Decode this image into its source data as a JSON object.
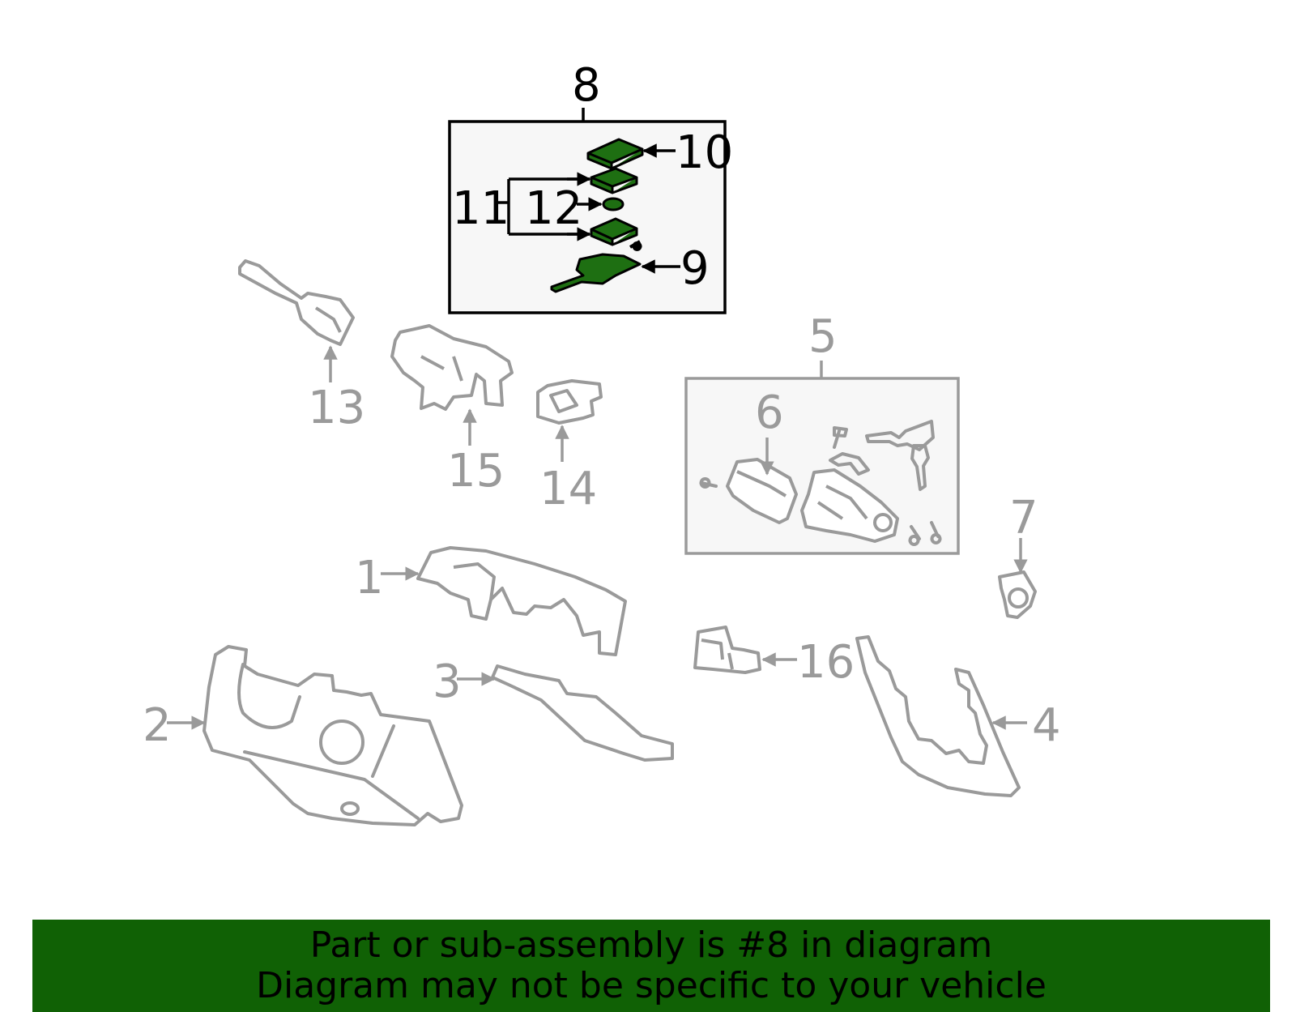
{
  "colors": {
    "highlight_part": "#1e6f12",
    "highlight_part_dark": "#0f3d08",
    "inactive_part": "#9a9a9a",
    "inset_box_fill": "#f7f7f7",
    "banner_background": "#106105",
    "banner_text": "#000000"
  },
  "callouts": {
    "c1": "1",
    "c2": "2",
    "c3": "3",
    "c4": "4",
    "c5": "5",
    "c6": "6",
    "c7": "7",
    "c8": "8",
    "c9": "9",
    "c10": "10",
    "c11": "11",
    "c12": "12",
    "c13": "13",
    "c14": "14",
    "c15": "15",
    "c16": "16"
  },
  "highlighted_callout": "8",
  "banner": {
    "line1": "Part or sub-assembly is #8 in diagram",
    "line2": "Diagram may not be specific to your vehicle"
  }
}
